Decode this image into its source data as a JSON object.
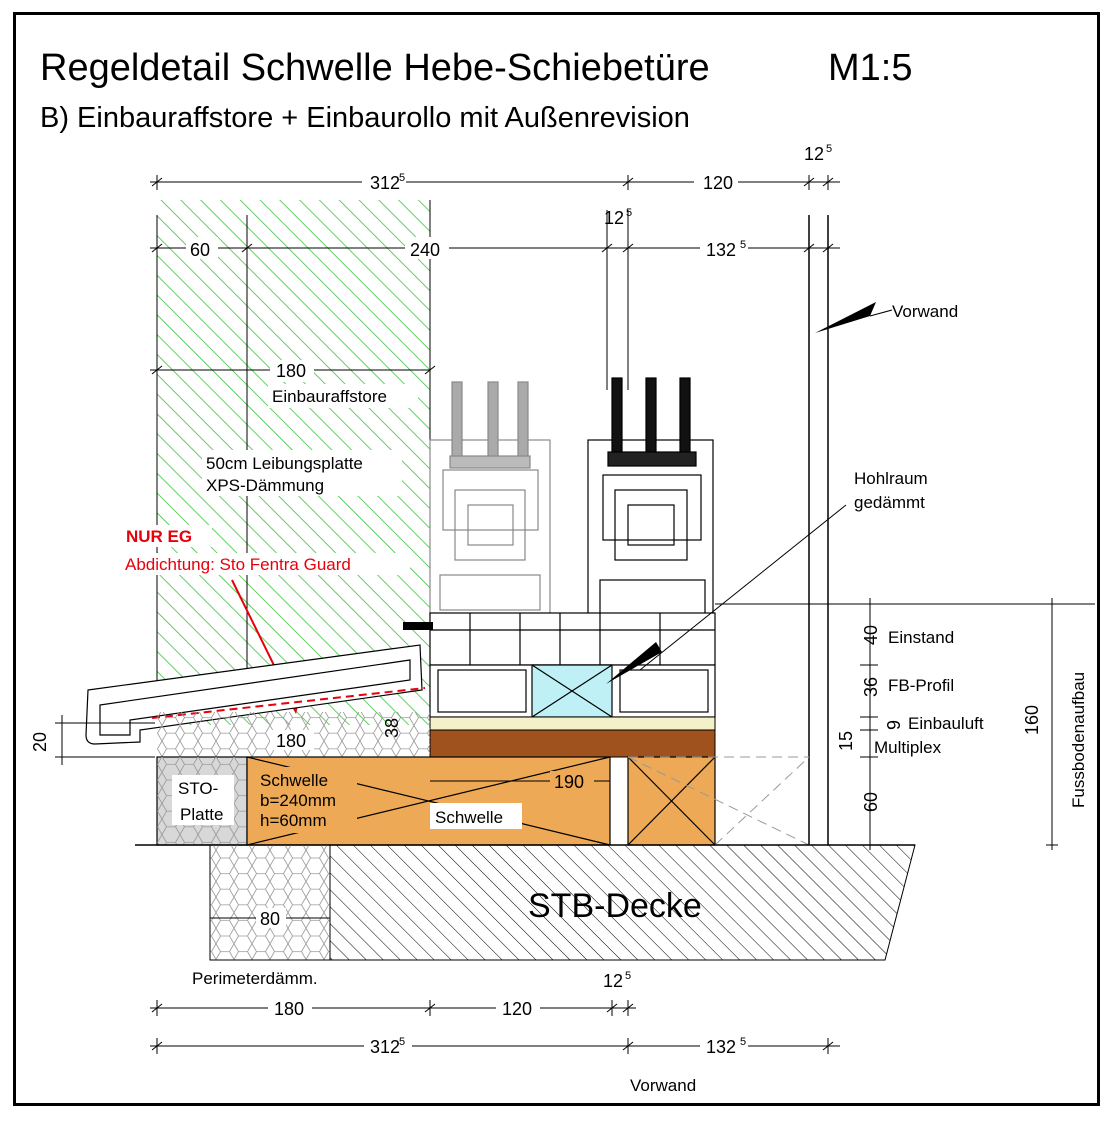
{
  "title": "Regeldetail Schwelle Hebe-Schiebetüre",
  "scale": "M1:5",
  "subtitle": "B) Einbauraffstore + Einbaurollo mit Außenrevision",
  "dimensions": {
    "top_total_left": "312",
    "top_total_right": "120",
    "top_small": "12",
    "row2_left": "60",
    "row2_mid": "240",
    "row2_small": "12",
    "row2_right": "132",
    "inner_180": "180",
    "bottom_180": "180",
    "bottom_120": "120",
    "bottom_small": "12",
    "bottom_total_left": "312",
    "bottom_total_right": "132",
    "beam_190": "190",
    "perim_80": "80",
    "sto_180": "180",
    "h_20": "20",
    "h_38": "38",
    "v_40": "40",
    "v_36": "36",
    "v_9": "9",
    "v_15": "15",
    "v_60": "60",
    "v_160": "160",
    "sup_5": "5"
  },
  "labels": {
    "einbauraffstore": "Einbauraffstore",
    "leibung_1": "50cm Leibungsplatte",
    "leibung_2": "XPS-Dämmung",
    "nur_eg": "NUR EG",
    "abdichtung": "Abdichtung: Sto Fentra Guard",
    "vorwand_top": "Vorwand",
    "hohlraum_1": "Hohlraum",
    "hohlraum_2": "gedämmt",
    "einstand": "Einstand",
    "fb_profil": "FB-Profil",
    "einbauluft": "Einbauluft",
    "multiplex": "Multiplex",
    "fussbodenaufbau": "Fussbodenaufbau",
    "sto_1": "STO-",
    "sto_2": "Platte",
    "schwelle_1": "Schwelle",
    "schwelle_2": "b=240mm",
    "schwelle_3": "h=60mm",
    "schwelle_beam": "Schwelle",
    "stb_decke": "STB-Decke",
    "perimeter": "Perimeterdämm.",
    "vorwand_bottom": "Vorwand"
  },
  "colors": {
    "hatch_green": "#3fc23f",
    "wood": "#eda956",
    "multiplex": "#a0521e",
    "einbauluft": "#f4f0c8",
    "glass": "#bff0f5",
    "red": "#e8000b",
    "sto_grey": "#d8d8d8"
  }
}
